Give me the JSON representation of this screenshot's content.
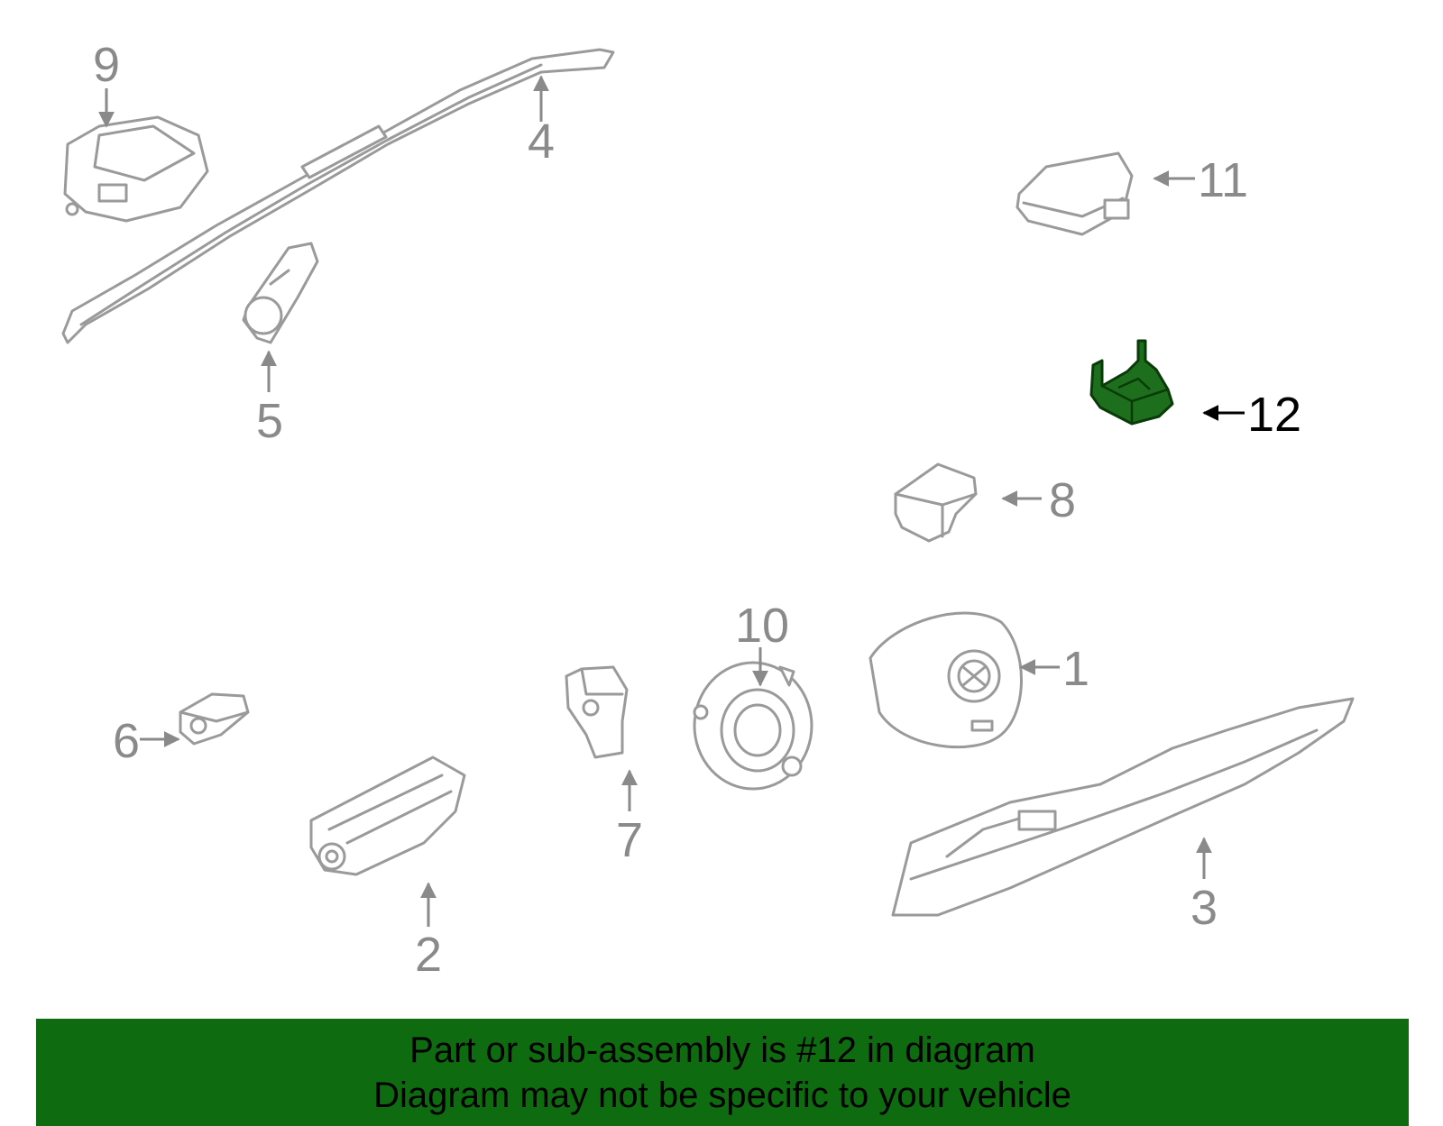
{
  "callouts": [
    "1",
    "2",
    "3",
    "4",
    "5",
    "6",
    "7",
    "8",
    "9",
    "10",
    "11",
    "12"
  ],
  "highlighted_part": "12",
  "banner": {
    "line1": "Part or sub-assembly is #12 in diagram",
    "line2": "Diagram may not be specific to your vehicle"
  },
  "colors": {
    "banner_bg": "#0f6b0f",
    "highlight_part": "#1d6f1d",
    "part_outline": "#9a9a9a",
    "label_gray": "#8a8a8a"
  }
}
